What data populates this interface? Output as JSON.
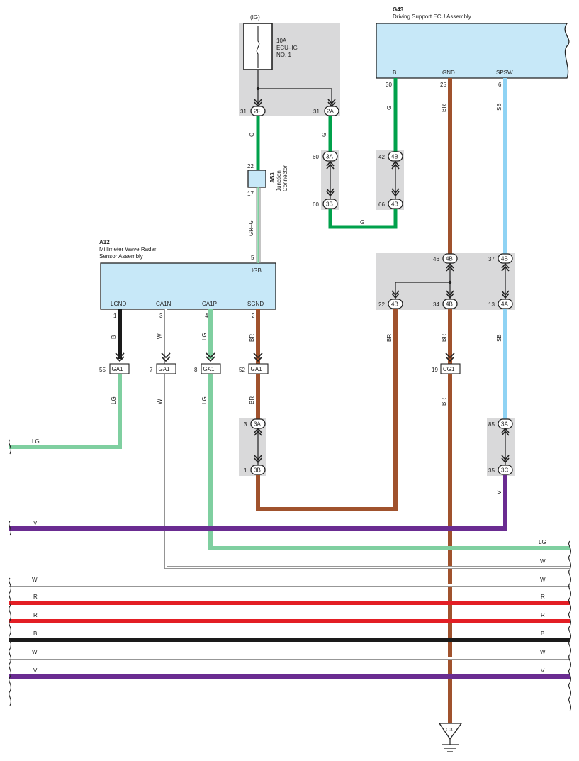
{
  "colors": {
    "G": "#00a14b",
    "BR": "#a0522d",
    "SB": "#8fd3f4",
    "LG": "#7fcfa0",
    "B": "#1a1a1a",
    "W": "#ffffff",
    "R": "#e31e24",
    "V": "#6a2c91",
    "ecu_fill": "#c7e8f8",
    "gray_fill": "#d9d9da"
  },
  "fuse": {
    "source": "(IG)",
    "rating": "10A",
    "name_line1": "ECU–IG",
    "name_line2": "NO. 1"
  },
  "g43": {
    "code": "G43",
    "name": "Driving Support ECU Assembly",
    "pin_b": "B",
    "pin_gnd": "GND",
    "pin_spsw": "SPSW"
  },
  "a53": {
    "code": "A53",
    "name_line1": "Junction",
    "name_line2": "Connector",
    "pin_top": "22",
    "pin_bottom": "17"
  },
  "a12": {
    "code": "A12",
    "name_line1": "Millimeter Wave Radar",
    "name_line2": "Sensor Assembly",
    "pin_igb": "IGB",
    "pin_lgnd": "LGND",
    "pin_ca1n": "CA1N",
    "pin_ca1p": "CA1P",
    "pin_sgnd": "SGND"
  },
  "connectors": {
    "c2f": "2F",
    "c2a": "2A",
    "c3a": "3A",
    "c3b": "3B",
    "c4b": "4B",
    "c4a": "4A",
    "c3c": "3C",
    "ga1": "GA1",
    "cg1": "CG1",
    "ground": "C3"
  },
  "pins": {
    "p31": "31",
    "p60": "60",
    "p42": "42",
    "p66": "66",
    "p30": "30",
    "p25": "25",
    "p6": "6",
    "p46": "46",
    "p37": "37",
    "p22": "22",
    "p34": "34",
    "p13": "13",
    "p5": "5",
    "p1": "1",
    "p3": "3",
    "p4": "4",
    "p2": "2",
    "p55": "55",
    "p7": "7",
    "p8": "8",
    "p52": "52",
    "p19": "19",
    "p85": "85",
    "p35": "35"
  },
  "wires": {
    "g": "G",
    "br": "BR",
    "sb": "SB",
    "lg": "LG",
    "b": "B",
    "w": "W",
    "r": "R",
    "v": "V",
    "grg": "GR–G"
  }
}
